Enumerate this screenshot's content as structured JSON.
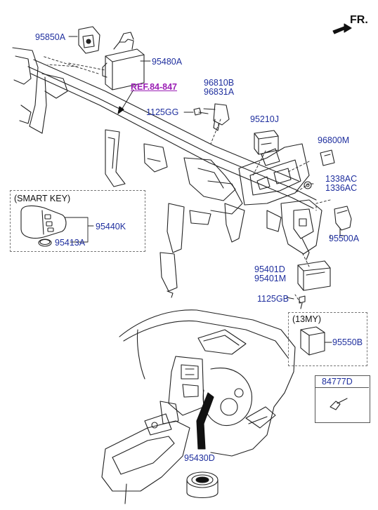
{
  "orientation": {
    "text": "FR."
  },
  "reference": {
    "text": "REF.84-847"
  },
  "parts": {
    "p95850A": "95850A",
    "p95480A": "95480A",
    "p96810B": "96810B",
    "p96831A": "96831A",
    "p1125GG": "1125GG",
    "p95210J": "95210J",
    "p96800M": "96800M",
    "p1338AC": "1338AC",
    "p1336AC": "1336AC",
    "p95440K": "95440K",
    "p95413A": "95413A",
    "p95500A": "95500A",
    "p95401D": "95401D",
    "p95401M": "95401M",
    "p1125GB": "1125GB",
    "p95550B": "95550B",
    "p84777D": "84777D",
    "p95430D": "95430D"
  },
  "groups": {
    "smart_key": "(SMART KEY)",
    "model_year": "(13MY)"
  },
  "colors": {
    "part_label": "#1f2f9e",
    "reference": "#9b1fb5",
    "line": "#222222"
  }
}
